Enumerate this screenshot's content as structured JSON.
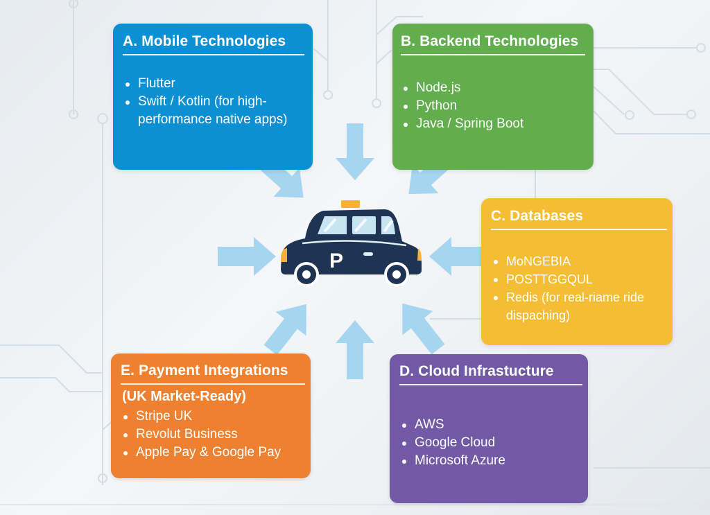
{
  "diagram": {
    "center_icon": {
      "name": "taxi-icon",
      "label": "P"
    },
    "cards": {
      "a": {
        "title": "A. Mobile Technologies",
        "items": [
          "Flutter",
          "Swift / Kotlin (for high-performance native apps)"
        ]
      },
      "b": {
        "title": "B. Backend Technologies",
        "items": [
          "Node.js",
          "Python",
          "Java / Spring Boot"
        ]
      },
      "c": {
        "title": "C. Databases",
        "items": [
          "MoNGEBIA",
          "POSTTGGQUL",
          "Redis (for real-riame ride dispaching)"
        ]
      },
      "d": {
        "title": "D. Cloud Infrastucture",
        "items": [
          "AWS",
          "Google Cloud",
          "Microsoft Azure"
        ]
      },
      "e": {
        "title": "E. Payment Integrations",
        "subtitle": "(UK Market-Ready)",
        "items": [
          "Stripe UK",
          "Revolut Business",
          "Apple Pay & Google Pay"
        ]
      }
    },
    "colors": {
      "mobile": "#0b91d3",
      "backend": "#62ae4f",
      "databases": "#f4bd33",
      "cloud": "#7159a6",
      "payments": "#ee8130",
      "arrow": "#a6d5ef",
      "taxi_body": "#1f3453",
      "taxi_accent": "#f6b232"
    }
  }
}
